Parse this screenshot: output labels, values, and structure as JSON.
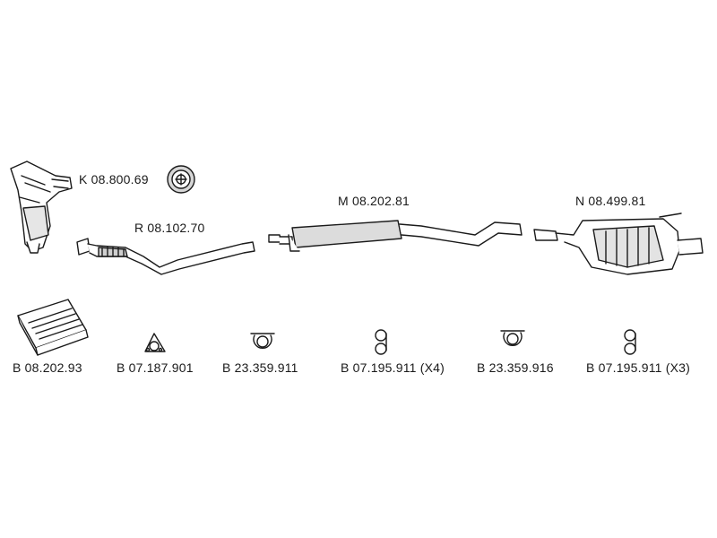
{
  "parts": {
    "catalyst": {
      "label": "K 08.800.69"
    },
    "front_pipe": {
      "label": "R 08.102.70"
    },
    "middle_silencer": {
      "label": "M 08.202.81"
    },
    "rear_silencer": {
      "label": "N 08.499.81"
    }
  },
  "accessories": [
    {
      "label": "B 08.202.93"
    },
    {
      "label": "B 07.187.901"
    },
    {
      "label": "B 23.359.911"
    },
    {
      "label": "B 07.195.911 (X4)"
    },
    {
      "label": "B 23.359.916"
    },
    {
      "label": "B 07.195.911 (X3)"
    }
  ],
  "colors": {
    "line": "#1a1a1a",
    "fill": "#ffffff",
    "shade": "#9a9a9a"
  }
}
